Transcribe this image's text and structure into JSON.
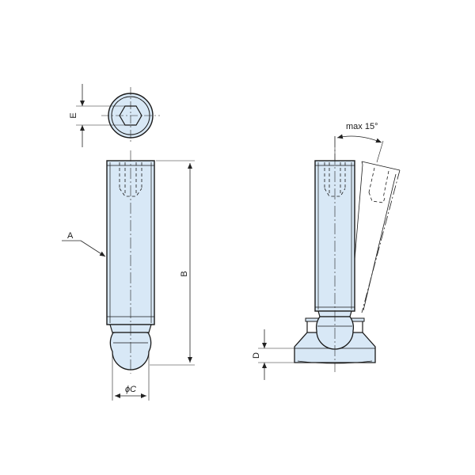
{
  "labels": {
    "a": "A",
    "b": "B",
    "c": "ϕC",
    "d": "D",
    "e": "E",
    "angle": "max 15°"
  },
  "colors": {
    "part_fill": "#d8e8f6",
    "outline": "#1a1a1a",
    "dimension": "#222222"
  }
}
